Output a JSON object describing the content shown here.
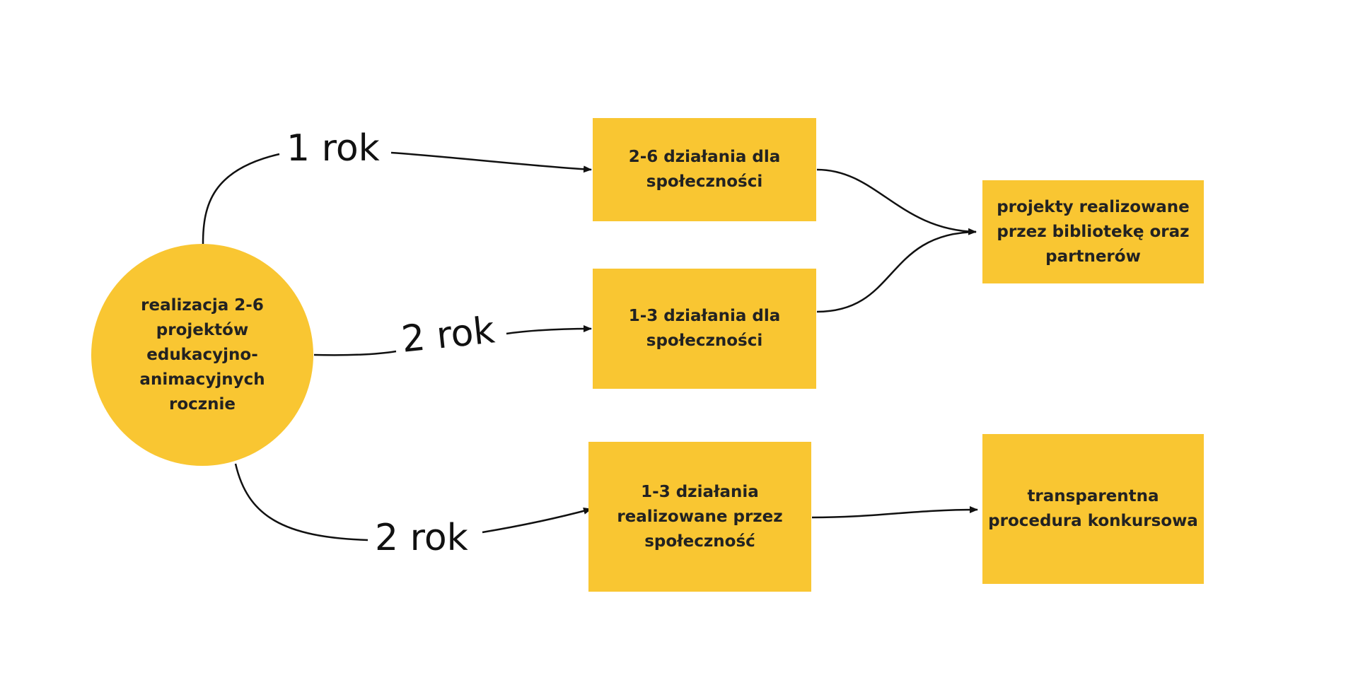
{
  "colors": {
    "node_fill": "#F9C632",
    "text": "#222222",
    "line": "#111111",
    "background": "#ffffff"
  },
  "nodes": {
    "source": "realizacja 2-6\nprojektów\nedukacyjno-\nanimacyjnych\nrocznie",
    "box_a": "2-6 działania dla\nspołeczności",
    "box_b": "1-3 działania dla\nspołeczności",
    "box_c": "1-3 działania\nrealizowane przez\nspołeczność",
    "result_library": "projekty realizowane\nprzez bibliotekę oraz\npartnerów",
    "result_contest": "transparentna\nprocedura konkursowa"
  },
  "edge_labels": {
    "year_1": "1 rok",
    "year_2_middle": "2 rok",
    "year_2_bottom": "2 rok"
  }
}
